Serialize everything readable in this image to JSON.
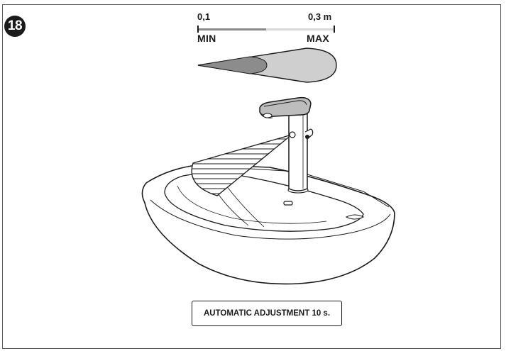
{
  "figure": {
    "step_number": "18"
  },
  "range_scale": {
    "min_value": "0,1",
    "max_value": "0,3 m",
    "min_label": "MIN",
    "max_label": "MAX",
    "setting_fraction": 0.5
  },
  "caption": {
    "text": "AUTOMATIC ADJUSTMENT 10 s."
  },
  "colors": {
    "ink": "#1a1a1a",
    "beam_light": "#cfcfcf",
    "beam_dark": "#8c8c8c",
    "chrome": "#bdbdbd"
  },
  "icons": {
    "step_badge": "numbered-circle",
    "sensor_beam": "detection-cone",
    "faucet": "sensor-faucet",
    "basin": "washbasin"
  }
}
